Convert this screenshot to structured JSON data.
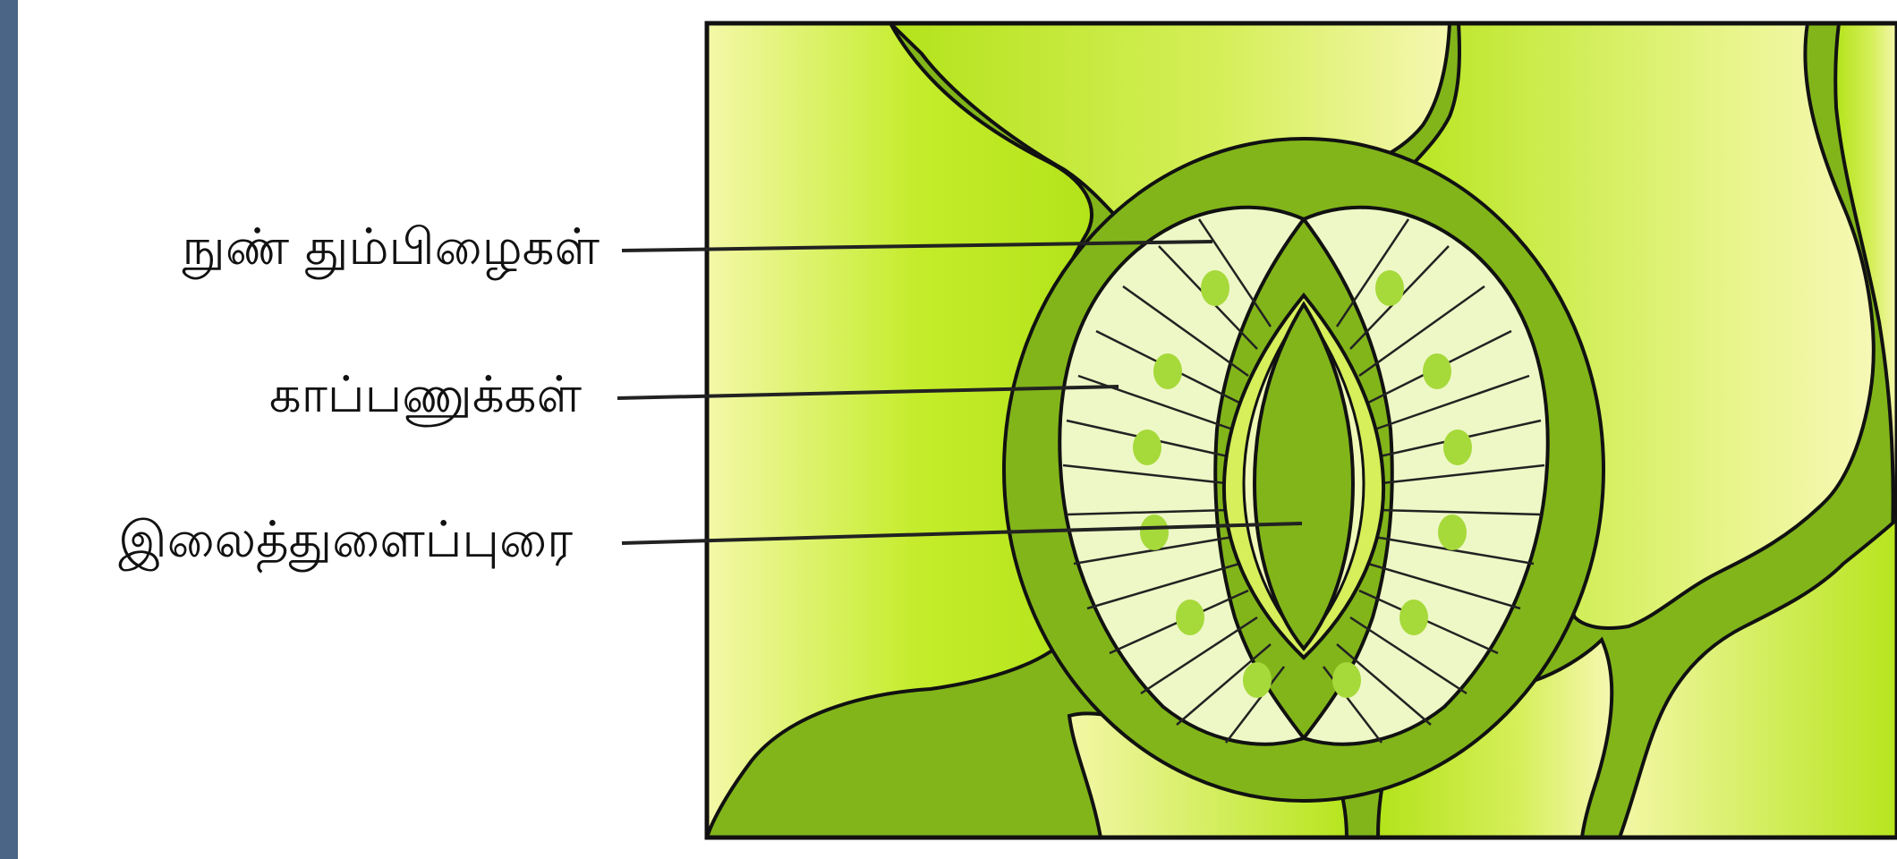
{
  "labels": {
    "microfibrils": "நுண் தும்பிழைகள்",
    "guard_cells": "காப்பணுக்கள்",
    "stoma": "இலைத்துளைப்புரை"
  },
  "colors": {
    "background_strip": "#4a6585",
    "cell_light": "#f4f8a8",
    "cell_bright": "#b5e61d",
    "cell_wall": "#82b51a",
    "guard_fill": "#eff7c4",
    "outline": "#111111"
  }
}
